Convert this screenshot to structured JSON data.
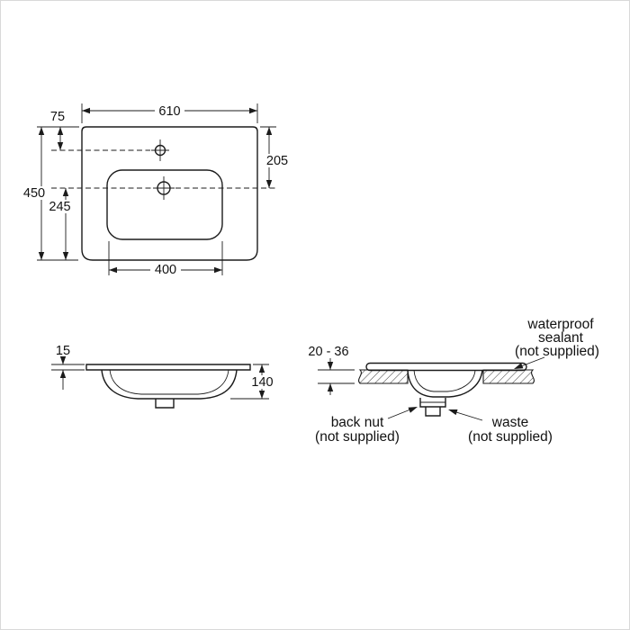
{
  "drawing": {
    "plan": {
      "dim_width": "610",
      "dim_tap_hole_from_back": "75",
      "dim_depth": "450",
      "dim_waste_to_front": "245",
      "dim_waste_from_back": "205",
      "dim_bowl_width": "400"
    },
    "side": {
      "dim_rim_thickness": "15",
      "dim_bowl_depth": "140"
    },
    "section": {
      "dim_worktop_thickness_range": "20 - 36",
      "sealant_note": [
        "waterproof",
        "sealant",
        "(not supplied)"
      ],
      "back_nut_note": [
        "back nut",
        "(not supplied)"
      ],
      "waste_note": [
        "waste",
        "(not supplied)"
      ]
    },
    "colors": {
      "line": "#1b1b1b",
      "background": "#ffffff"
    }
  }
}
